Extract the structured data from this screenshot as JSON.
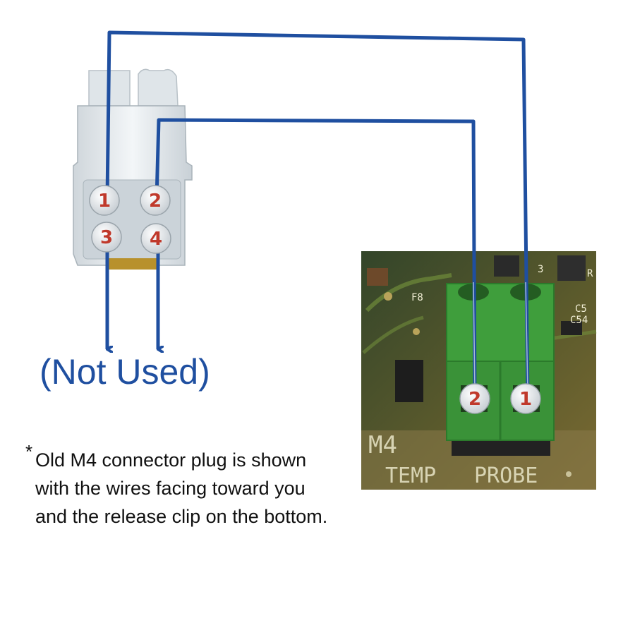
{
  "plug": {
    "pins": [
      {
        "number": "1",
        "used": true
      },
      {
        "number": "2",
        "used": true
      },
      {
        "number": "3",
        "used": false
      },
      {
        "number": "4",
        "used": false
      }
    ]
  },
  "not_used_label": "(Not Used)",
  "terminal_block": {
    "pins": [
      {
        "number": "2"
      },
      {
        "number": "1"
      }
    ],
    "board_labels": {
      "connector": "M4",
      "temp": "TEMP",
      "probe": "PROBE",
      "fuse": "F8",
      "cap_1": "C5",
      "cap_2": "C54",
      "misc_1": "3",
      "misc_2": "R"
    }
  },
  "note": {
    "marker": "*",
    "text": "Old M4 connector plug is shown with the wires facing toward you and the release clip on the bottom."
  },
  "colors": {
    "wire": "#1f4fa0",
    "pin_number": "#c0392b",
    "terminal_green": "#3f9e3c",
    "pcb_background": "#4a5a2a",
    "plug_body": "#e8ecef"
  }
}
